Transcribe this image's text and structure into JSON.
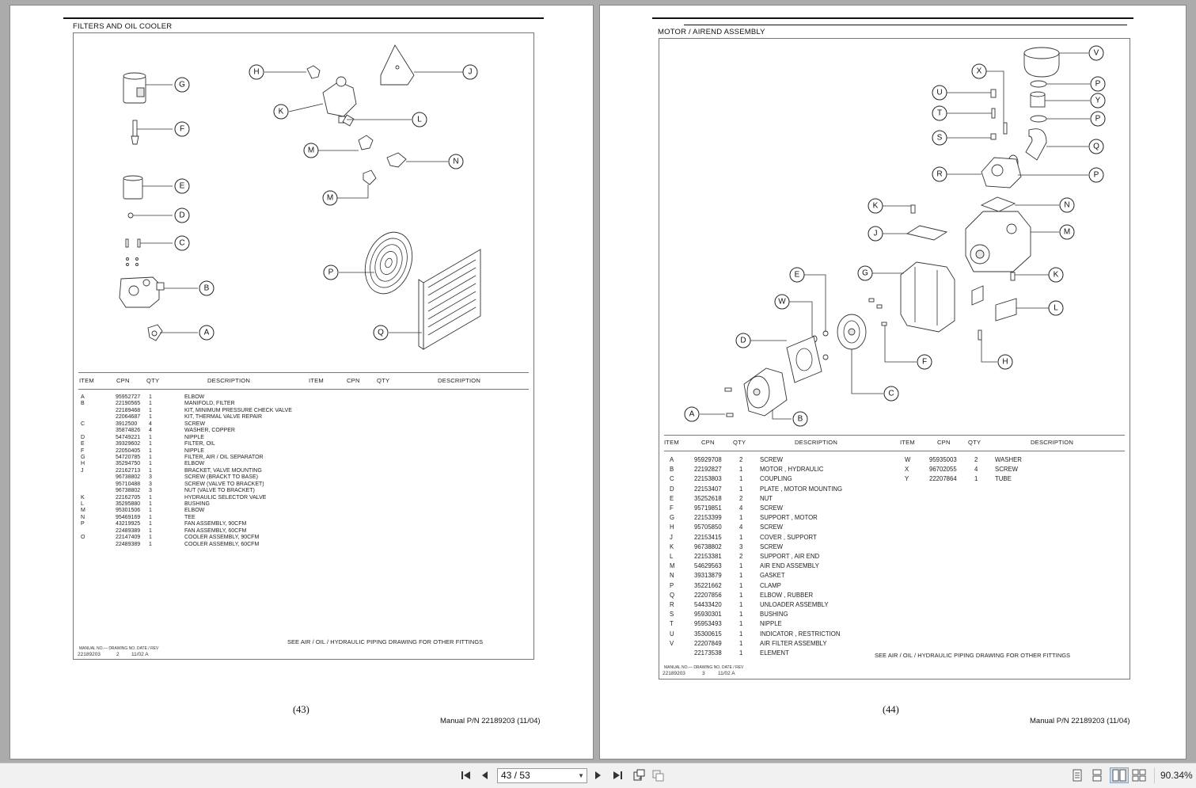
{
  "left_page": {
    "section_title": "FILTERS AND OIL COOLER",
    "page_number": "(43)",
    "manual_ref": "Manual P/N 22189203 (11/04)",
    "table_headers": [
      "ITEM",
      "CPN",
      "QTY",
      "DESCRIPTION",
      "ITEM",
      "CPN",
      "QTY",
      "DESCRIPTION"
    ],
    "rows": [
      {
        "item": "A",
        "cpn": "95952727",
        "qty": "1",
        "desc": "ELBOW"
      },
      {
        "item": "B",
        "cpn": "22190565",
        "qty": "1",
        "desc": "MANIFOLD, FILTER"
      },
      {
        "item": "",
        "cpn": "22189468",
        "qty": "1",
        "desc": "KIT, MINIMUM PRESSURE CHECK VALVE"
      },
      {
        "item": "",
        "cpn": "22064687",
        "qty": "1",
        "desc": "KIT, THERMAL VALVE REPAIR"
      },
      {
        "item": "C",
        "cpn": "3912500",
        "qty": "4",
        "desc": "SCREW"
      },
      {
        "item": "",
        "cpn": "35874826",
        "qty": "4",
        "desc": "WASHER, COPPER"
      },
      {
        "item": "D",
        "cpn": "54749221",
        "qty": "1",
        "desc": "NIPPLE"
      },
      {
        "item": "E",
        "cpn": "39329602",
        "qty": "1",
        "desc": "FILTER, OIL"
      },
      {
        "item": "F",
        "cpn": "22050405",
        "qty": "1",
        "desc": "NIPPLE"
      },
      {
        "item": "G",
        "cpn": "54720785",
        "qty": "1",
        "desc": "FILTER, AIR / OIL SEPARATOR"
      },
      {
        "item": "H",
        "cpn": "35294750",
        "qty": "1",
        "desc": "ELBOW"
      },
      {
        "item": "J",
        "cpn": "22162713",
        "qty": "1",
        "desc": "BRACKET, VALVE MOUNTING"
      },
      {
        "item": "",
        "cpn": "96738802",
        "qty": "3",
        "desc": "SCREW (BRACKT TO BASE)"
      },
      {
        "item": "",
        "cpn": "95710488",
        "qty": "3",
        "desc": "SCREW (VALVE TO BRACKET)"
      },
      {
        "item": "",
        "cpn": "96738802",
        "qty": "3",
        "desc": "NUT (VALVE TO BRACKET)"
      },
      {
        "item": "K",
        "cpn": "22162705",
        "qty": "1",
        "desc": "HYDRAULIC SELECTOR VALVE"
      },
      {
        "item": "L",
        "cpn": "35295880",
        "qty": "1",
        "desc": "BUSHING"
      },
      {
        "item": "M",
        "cpn": "95301506",
        "qty": "1",
        "desc": "ELBOW"
      },
      {
        "item": "N",
        "cpn": "95469169",
        "qty": "1",
        "desc": "TEE"
      },
      {
        "item": "P",
        "cpn": "43219925",
        "qty": "1",
        "desc": "FAN ASSEMBLY, 90CFM"
      },
      {
        "item": "",
        "cpn": "22489389",
        "qty": "1",
        "desc": "FAN ASSEMBLY, 60CFM"
      },
      {
        "item": "O",
        "cpn": "22147409",
        "qty": "1",
        "desc": "COOLER ASSEMBLY, 90CFM"
      },
      {
        "item": "",
        "cpn": "22489389",
        "qty": "1",
        "desc": "COOLER ASSEMBLY, 60CFM"
      }
    ],
    "footer_note": "SEE AIR / OIL / HYDRAULIC PIPING DRAWING FOR OTHER FITTINGS",
    "footer_labels": "MANUAL NO.— DRAWING NO.   DATE / REV",
    "footer_values": {
      "manual_no": "22189203",
      "drawing_no": "2",
      "date_rev": "11/02  A"
    },
    "callouts": [
      "G",
      "F",
      "E",
      "D",
      "C",
      "B",
      "A",
      "H",
      "J",
      "K",
      "L",
      "M",
      "N",
      "M",
      "P",
      "Q"
    ]
  },
  "right_page": {
    "section_title": "MOTOR / AIREND ASSEMBLY",
    "page_number": "(44)",
    "manual_ref": "Manual P/N 22189203 (11/04)",
    "table_headers": [
      "ITEM",
      "CPN",
      "QTY",
      "DESCRIPTION",
      "ITEM",
      "CPN",
      "QTY",
      "DESCRIPTION"
    ],
    "rows": [
      {
        "item": "A",
        "cpn": "95929708",
        "qty": "2",
        "desc": "SCREW"
      },
      {
        "item": "B",
        "cpn": "22192827",
        "qty": "1",
        "desc": "MOTOR , HYDRAULIC"
      },
      {
        "item": "C",
        "cpn": "22153803",
        "qty": "1",
        "desc": "COUPLING"
      },
      {
        "item": "D",
        "cpn": "22153407",
        "qty": "1",
        "desc": "PLATE , MOTOR MOUNTING"
      },
      {
        "item": "E",
        "cpn": "35252618",
        "qty": "2",
        "desc": "NUT"
      },
      {
        "item": "F",
        "cpn": "95719851",
        "qty": "4",
        "desc": "SCREW"
      },
      {
        "item": "G",
        "cpn": "22153399",
        "qty": "1",
        "desc": "SUPPORT , MOTOR"
      },
      {
        "item": "H",
        "cpn": "95705850",
        "qty": "4",
        "desc": "SCREW"
      },
      {
        "item": "J",
        "cpn": "22153415",
        "qty": "1",
        "desc": "COVER , SUPPORT"
      },
      {
        "item": "K",
        "cpn": "96738802",
        "qty": "3",
        "desc": "SCREW"
      },
      {
        "item": "L",
        "cpn": "22153381",
        "qty": "2",
        "desc": "SUPPORT , AIR END"
      },
      {
        "item": "M",
        "cpn": "54629563",
        "qty": "1",
        "desc": "AIR END ASSEMBLY"
      },
      {
        "item": "N",
        "cpn": "39313879",
        "qty": "1",
        "desc": "GASKET"
      },
      {
        "item": "P",
        "cpn": "35221662",
        "qty": "1",
        "desc": "CLAMP"
      },
      {
        "item": "Q",
        "cpn": "22207856",
        "qty": "1",
        "desc": "ELBOW , RUBBER"
      },
      {
        "item": "R",
        "cpn": "54433420",
        "qty": "1",
        "desc": "UNLOADER ASSEMBLY"
      },
      {
        "item": "S",
        "cpn": "95930301",
        "qty": "1",
        "desc": "BUSHING"
      },
      {
        "item": "T",
        "cpn": "95953493",
        "qty": "1",
        "desc": "NIPPLE"
      },
      {
        "item": "U",
        "cpn": "35300615",
        "qty": "1",
        "desc": "INDICATOR , RESTRICTION"
      },
      {
        "item": "V",
        "cpn": "22207849",
        "qty": "1",
        "desc": "AIR FILTER ASSEMBLY"
      },
      {
        "item": "",
        "cpn": "22173538",
        "qty": "1",
        "desc": "ELEMENT"
      }
    ],
    "rows2": [
      {
        "item": "W",
        "cpn": "95935003",
        "qty": "2",
        "desc": "WASHER"
      },
      {
        "item": "X",
        "cpn": "96702055",
        "qty": "4",
        "desc": "SCREW"
      },
      {
        "item": "Y",
        "cpn": "22207864",
        "qty": "1",
        "desc": "TUBE"
      }
    ],
    "footer_note": "SEE AIR / OIL / HYDRAULIC PIPING DRAWING FOR OTHER FITTINGS",
    "footer_labels": "MANUAL NO.— DRAWING NO.   DATE / REV",
    "footer_values": {
      "manual_no": "22189203",
      "drawing_no": "3",
      "date_rev": "11/02  A"
    },
    "callouts": [
      "V",
      "X",
      "P",
      "U",
      "Y",
      "T",
      "P",
      "S",
      "Q",
      "R",
      "P",
      "N",
      "K",
      "J",
      "M",
      "E",
      "G",
      "K",
      "W",
      "L",
      "D",
      "F",
      "H",
      "C",
      "A",
      "B"
    ]
  },
  "toolbar": {
    "page_indicator": "43 / 53",
    "zoom": "90.34%",
    "icons": [
      "first-page-icon",
      "prev-page-icon",
      "next-page-icon",
      "last-page-icon",
      "rotate-icon",
      "copy-icon",
      "single-page-view-icon",
      "continuous-view-icon",
      "two-page-view-icon",
      "two-page-continuous-icon"
    ]
  }
}
